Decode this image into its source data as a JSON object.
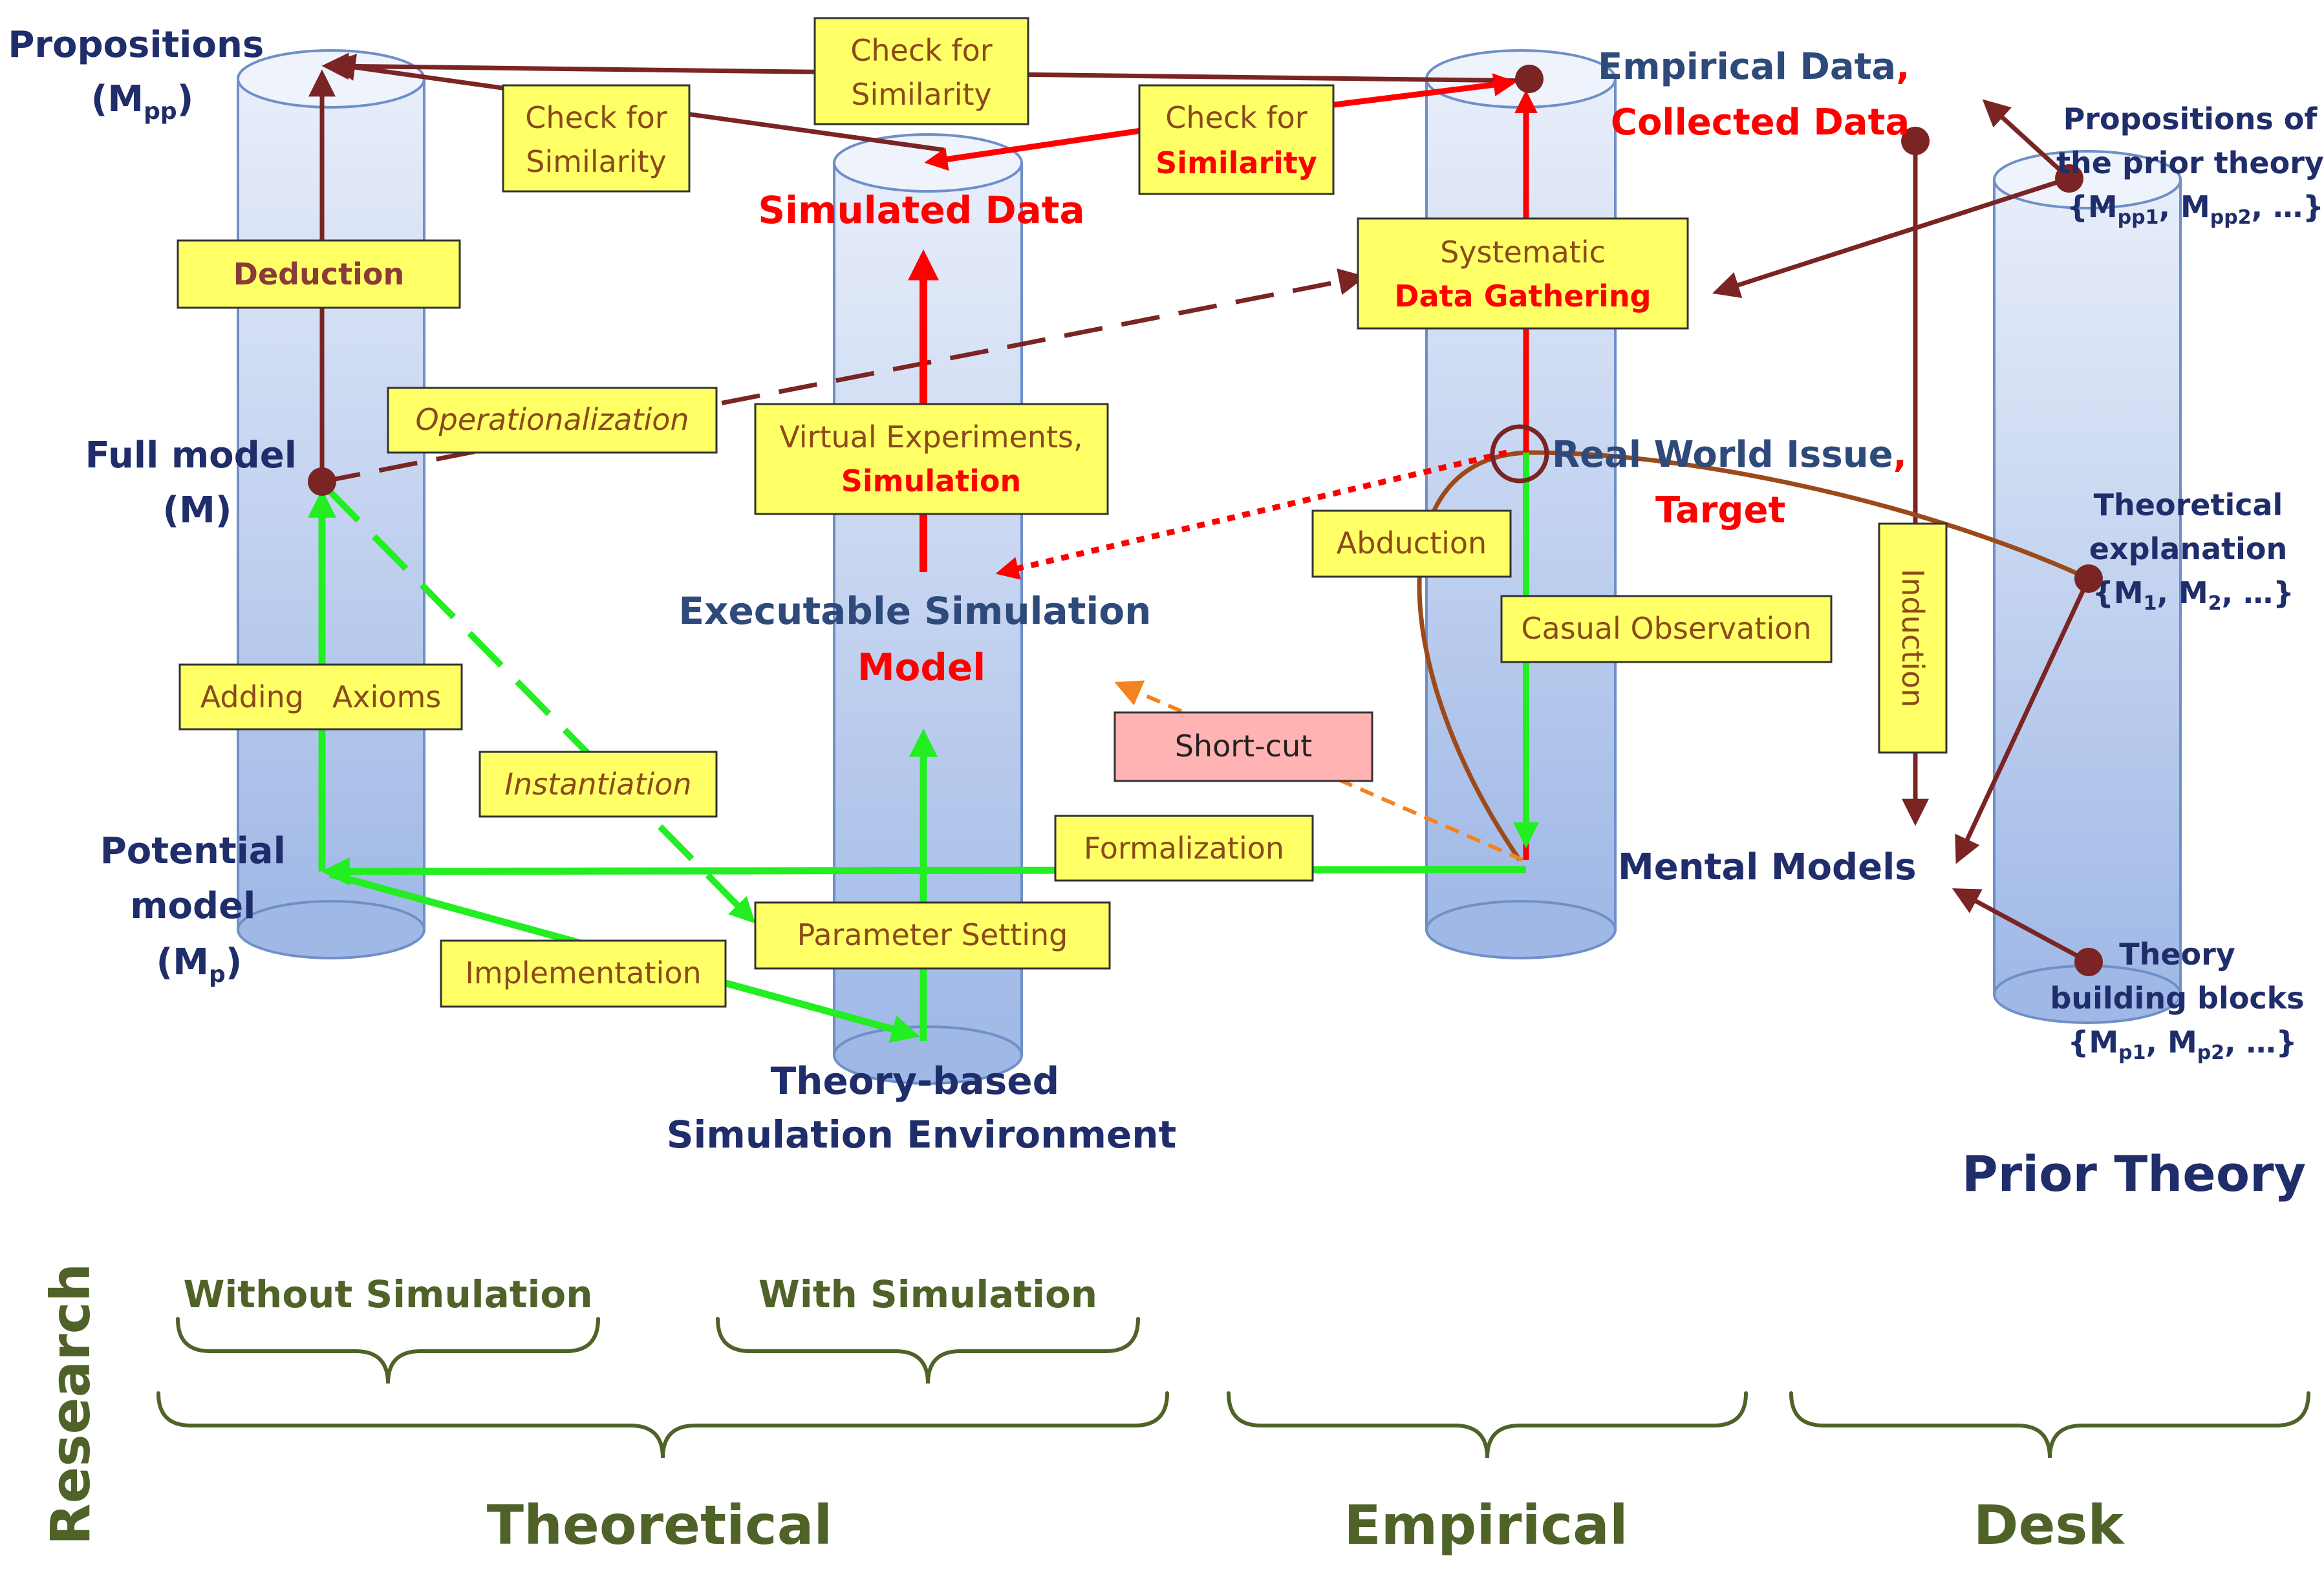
{
  "colors": {
    "navy": "#1f2d6b",
    "steel_blue": "#2e4a7a",
    "red": "#ff0000",
    "green": "#22ee22",
    "brown_arrow": "#7a2424",
    "orange": "#f58220",
    "box_yellow": "#ffff66",
    "box_pink": "#ffb3b3",
    "box_text": "#8b4a1a",
    "olive": "#4f6228",
    "cylinder": "#b8ccee"
  },
  "nodes": {
    "propositions": {
      "line1": "Propositions",
      "line2": "(M",
      "sub": "pp",
      "line2_end": ")"
    },
    "full_model": {
      "line1": "Full model",
      "line2": "(M)"
    },
    "potential_model": {
      "line1": "Potential",
      "line2": "model",
      "line3": "(M",
      "sub": "p",
      "line3_end": ")"
    },
    "simulated_data": "Simulated Data",
    "executable_model": {
      "line1": "Executable Simulation",
      "line2": "Model"
    },
    "simulation_env": {
      "line1": "Theory-based",
      "line2": "Simulation Environment"
    },
    "empirical_data": {
      "part1": "Empirical Data",
      "comma": ",",
      "part2": "Collected Data"
    },
    "real_world": {
      "part1": "Real World Issue",
      "comma": ",",
      "part2": "Target"
    },
    "mental_models": "Mental Models",
    "prop_prior": {
      "line1": "Propositions of",
      "line2": "the prior theory",
      "line3": "{M",
      "sub1": "pp1",
      "mid": ", M",
      "sub2": "pp2",
      "end": ", …}"
    },
    "theo_expl": {
      "line1": "Theoretical",
      "line2": "explanation",
      "line3": "{M",
      "sub1": "1",
      "mid": ", M",
      "sub2": "2",
      "end": ", …}"
    },
    "blocks": {
      "line1": "Theory",
      "line2": "building blocks",
      "line3": "{M",
      "sub1": "p1",
      "mid": ", M",
      "sub2": "p2",
      "end": ", …}"
    },
    "prior_theory": "Prior Theory"
  },
  "boxes": {
    "check_top": {
      "line1": "Check for",
      "line2": "Similarity"
    },
    "check_left": {
      "line1": "Check for",
      "line2": "Similarity"
    },
    "check_right": {
      "line1": "Check for",
      "line2": "Similarity"
    },
    "deduction": "Deduction",
    "systematic": {
      "line1": "Systematic",
      "line2": "Data Gathering"
    },
    "operationalization": "Operationalization",
    "virtual_exp": {
      "line1": "Virtual Experiments,",
      "line2": "Simulation"
    },
    "abduction": "Abduction",
    "casual_obs": "Casual Observation",
    "induction": "Induction",
    "adding_axioms": "Adding   Axioms",
    "instantiation": "Instantiation",
    "short_cut": "Short-cut",
    "formalization": "Formalization",
    "parameter_setting": "Parameter Setting",
    "implementation": "Implementation"
  },
  "bottom": {
    "without_sim": "Without Simulation",
    "with_sim": "With Simulation",
    "research": "Research",
    "theoretical": "Theoretical",
    "empirical": "Empirical",
    "desk": "Desk"
  }
}
